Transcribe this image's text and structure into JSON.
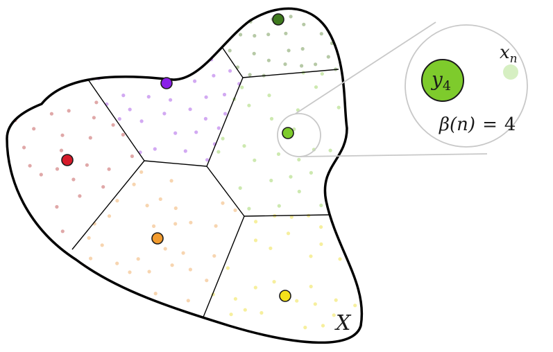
{
  "labels": {
    "space": "X",
    "generator_label": "y",
    "generator_index": "4",
    "point_label": "x",
    "point_index": "n",
    "assignment_lhs": "β(n)",
    "assignment_eq": "=",
    "assignment_rhs": "4"
  },
  "colors": {
    "outline": "#000000",
    "cell_edge": "#000000",
    "zoom_circle": "#cccccc",
    "regions": {
      "red": {
        "dot": "#e0a8a8",
        "site": "#d61b2a"
      },
      "purple": {
        "dot": "#d2a9f2",
        "site": "#8a1fe8"
      },
      "darkgreen": {
        "dot": "#b6c9a6",
        "site": "#3f7a1e"
      },
      "lightgreen": {
        "dot": "#cde9b0",
        "site": "#7ecb2c"
      },
      "orange": {
        "dot": "#f7d5b0",
        "site": "#f29b2e"
      },
      "yellow": {
        "dot": "#f6ef9e",
        "site": "#f4e11a"
      }
    }
  },
  "regions": [
    {
      "name": "red",
      "count": 24
    },
    {
      "name": "purple",
      "count": 32
    },
    {
      "name": "darkgreen",
      "count": 26
    },
    {
      "name": "lightgreen",
      "count": 28
    },
    {
      "name": "orange",
      "count": 30
    },
    {
      "name": "yellow",
      "count": 28
    }
  ]
}
